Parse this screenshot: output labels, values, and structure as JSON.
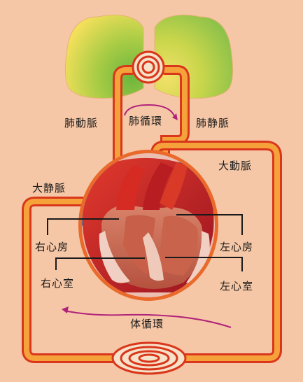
{
  "labels": {
    "pulmonary_artery": "肺動脈",
    "pulmonary_circulation": "肺循環",
    "pulmonary_vein": "肺静脈",
    "aorta": "大動脈",
    "vena_cava": "大静脈",
    "right_atrium": "右心房",
    "left_atrium": "左心房",
    "right_ventricle": "右心室",
    "left_ventricle": "左心室",
    "systemic_circulation": "体循環"
  },
  "colors": {
    "background": "#f6c7a6",
    "vessel_fill": "#f5a23a",
    "vessel_outline": "#d9361c",
    "lung_green": "#86c34a",
    "lung_yellow": "#f2dc55",
    "heart_red": "#c8202b",
    "vein_blue": "#2c8bc8",
    "arrow_purple": "#b0237a"
  }
}
